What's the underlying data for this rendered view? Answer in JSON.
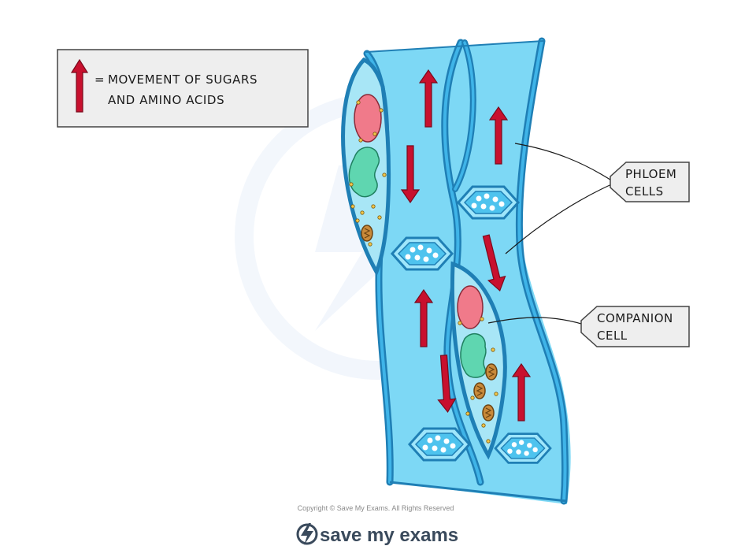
{
  "legend": {
    "symbol": "=",
    "line1": "MOVEMENT OF SUGARS",
    "line2": "AND AMINO ACIDS"
  },
  "labels": {
    "phloem_line1": "PHLOEM",
    "phloem_line2": "CELLS",
    "companion_line1": "COMPANION",
    "companion_line2": "CELL"
  },
  "footer": {
    "copyright": "Copyright © Save My Exams. All Rights Reserved",
    "brand": "save my exams"
  },
  "colors": {
    "tube_fill": "#7dd8f5",
    "wall": "#2f9fd8",
    "arrow": "#c8102e",
    "nucleus": "#f07a8a",
    "organelle": "#5fd6b0",
    "mitochondrion": "#c98a3a"
  }
}
